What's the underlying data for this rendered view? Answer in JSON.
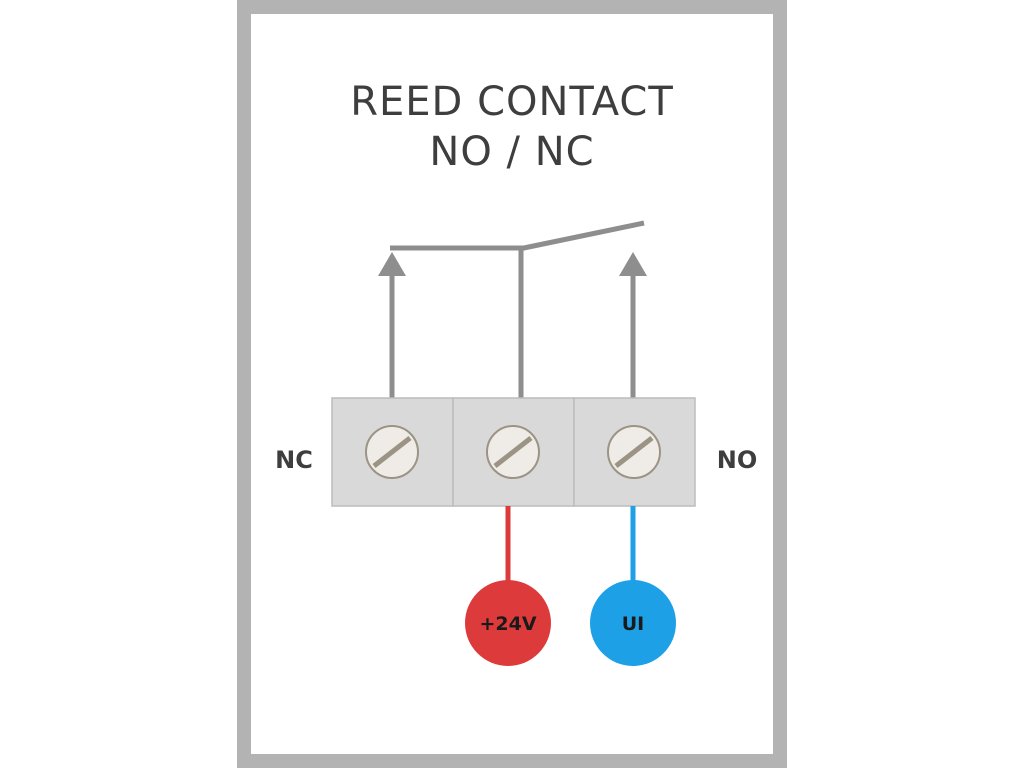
{
  "title": {
    "line1": "REED CONTACT",
    "line2": "NO / NC"
  },
  "terminals": {
    "left_label": "NC",
    "right_label": "NO",
    "count": 3
  },
  "connections": [
    {
      "label": "+24V",
      "color": "#dd3b3b"
    },
    {
      "label": "UI",
      "color": "#1ea0e6"
    }
  ],
  "colors": {
    "frame": "#b3b3b3",
    "wire": "#8e8e8e",
    "terminal_block": "#d9d9d9",
    "screw": "#efece7",
    "text": "#3e3e3e"
  },
  "icons": [
    "screw-icon",
    "arrow-up-icon"
  ]
}
